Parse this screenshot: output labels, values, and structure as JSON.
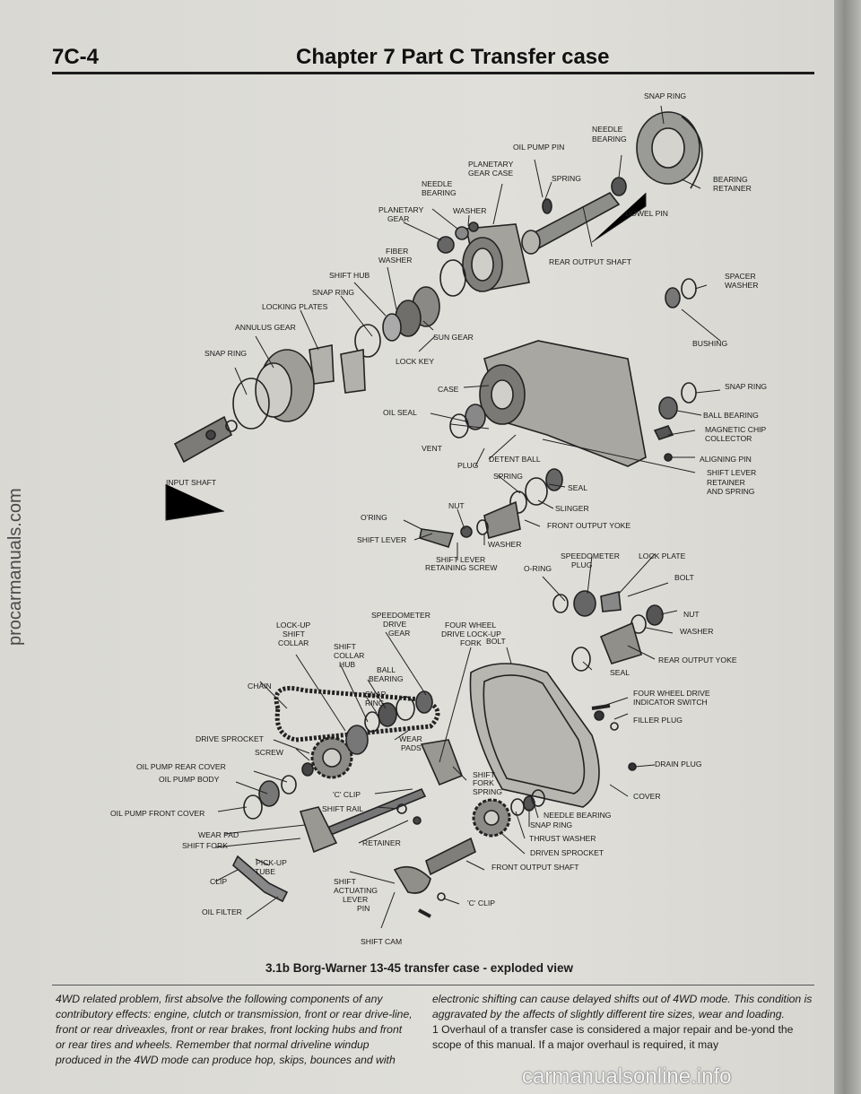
{
  "header": {
    "page_number": "7C-4",
    "chapter_title": "Chapter 7 Part C Transfer case"
  },
  "watermarks": {
    "side": "procarmanuals.com",
    "bottom": "carmanualsonline.info"
  },
  "figure": {
    "caption": "3.1b Borg-Warner 13-45 transfer case - exploded view",
    "labels": [
      "SNAP RING",
      "NEEDLE",
      "BEARING",
      "OIL PUMP PIN",
      "PLANETARY",
      "GEAR CASE",
      "SPRING",
      "NEEDLE",
      "BEARING",
      "WASHER",
      "PLANETARY",
      "GEAR",
      "BEARING",
      "RETAINER",
      "DOWEL PIN",
      "FIBER",
      "WASHER",
      "REAR OUTPUT SHAFT",
      "SHIFT HUB",
      "SNAP RING",
      "LOCKING PLATES",
      "SPACER",
      "WASHER",
      "ANNULUS GEAR",
      "SUN GEAR",
      "BUSHING",
      "SNAP RING",
      "LOCK KEY",
      "CASE",
      "SNAP RING",
      "OIL SEAL",
      "BALL BEARING",
      "MAGNETIC CHIP",
      "COLLECTOR",
      "VENT",
      "ALIGNING PIN",
      "DETENT BALL",
      "PLUG",
      "SHIFT LEVER",
      "RETAINER",
      "AND SPRING",
      "INPUT SHAFT",
      "SPRING",
      "SEAL",
      "NUT",
      "SLINGER",
      "O'RING",
      "FRONT OUTPUT YOKE",
      "SHIFT LEVER",
      "WASHER",
      "SPEEDOMETER",
      "PLUG",
      "LOCK PLATE",
      "SHIFT LEVER",
      "RETAINING SCREW",
      "O-RING",
      "BOLT",
      "SPEEDOMETER",
      "DRIVE",
      "GEAR",
      "NUT",
      "LOCK-UP",
      "SHIFT",
      "COLLAR",
      "FOUR WHEEL",
      "DRIVE LOCK-UP",
      "FORK",
      "BOLT",
      "WASHER",
      "SHIFT",
      "COLLAR",
      "HUB",
      "BALL",
      "BEARING",
      "REAR OUTPUT YOKE",
      "SEAL",
      "CHAIN",
      "SNAP",
      "RING",
      "FOUR WHEEL DRIVE",
      "INDICATOR SWITCH",
      "FILLER PLUG",
      "DRIVE SPROCKET",
      "WEAR",
      "PADS",
      "SCREW",
      "DRAIN PLUG",
      "OIL PUMP REAR COVER",
      "OIL PUMP BODY",
      "SHIFT",
      "FORK",
      "SPRING",
      "'C' CLIP",
      "COVER",
      "SHIFT RAIL",
      "OIL PUMP FRONT COVER",
      "NEEDLE BEARING",
      "SNAP RING",
      "WEAR PAD",
      "THRUST WASHER",
      "RETAINER",
      "SHIFT FORK",
      "DRIVEN SPROCKET",
      "PICK-UP",
      "TUBE",
      "FRONT OUTPUT SHAFT",
      "CLIP",
      "SHIFT",
      "ACTUATING",
      "LEVER",
      "PIN",
      "'C' CLIP",
      "OIL FILTER",
      "SHIFT CAM"
    ]
  },
  "text": {
    "left_column": "4WD related problem, first absolve the following components of any contributory effects: engine, clutch or transmission, front or rear drive-line, front or rear driveaxles, front or rear brakes, front locking hubs and front or rear tires and wheels. Remember that normal driveline windup produced in the 4WD mode can produce hop, skips, bounces and with",
    "right_column_italic": "electronic shifting can cause delayed shifts out of 4WD mode. This condition is aggravated by the affects of slightly different tire sizes, wear and loading.",
    "right_column_para": "1   Overhaul of a transfer case is considered a major repair and be-yond the scope of this manual. If a major overhaul is required, it may"
  }
}
